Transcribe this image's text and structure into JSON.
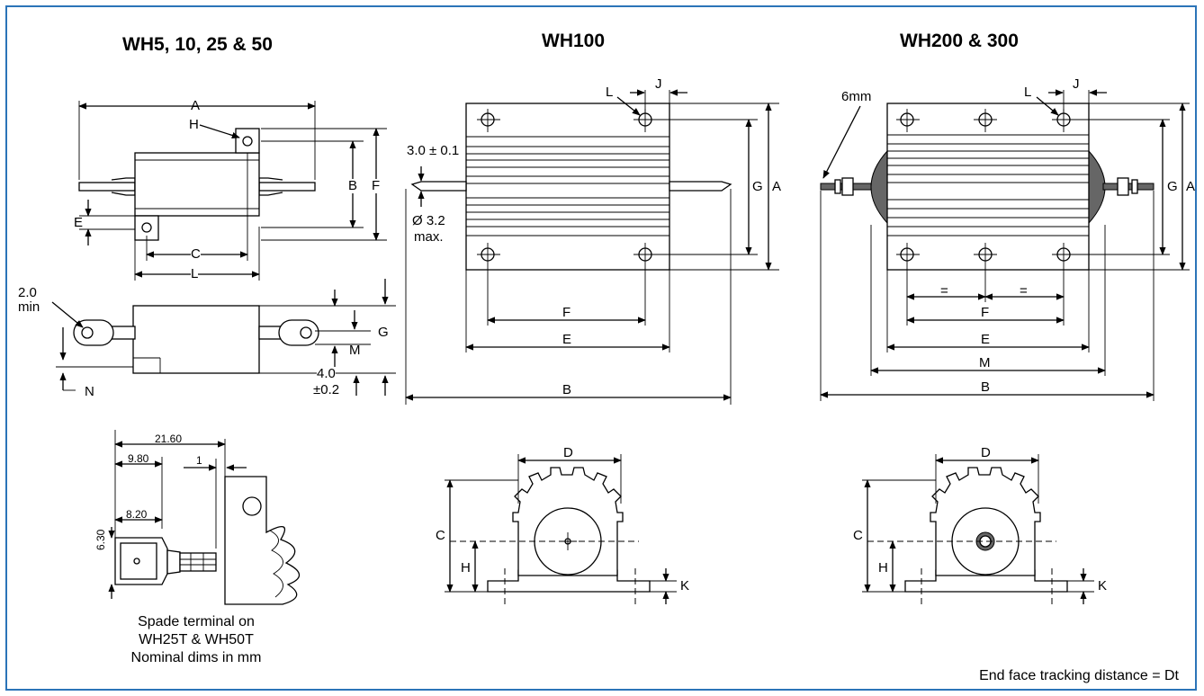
{
  "titles": {
    "left": "WH5, 10, 25 & 50",
    "middle": "WH100",
    "right": "WH200 & 300"
  },
  "left_top_labels": {
    "A": "A",
    "H": "H",
    "B": "B",
    "F": "F",
    "E": "E",
    "C": "C",
    "L": "L"
  },
  "left_side_labels": {
    "min_value": "2.0",
    "min_text": "min",
    "G": "G",
    "M": "M",
    "N": "N",
    "thk_value": "4.0",
    "thk_tol": "±0.2"
  },
  "spade": {
    "d1": "21.60",
    "d2": "9.80",
    "d3": "1",
    "d4": "8.20",
    "d5": "6.30"
  },
  "middle_labels": {
    "L": "L",
    "J": "J",
    "tol": "3.0 ± 0.1",
    "dia": "Ø 3.2",
    "max": "max.",
    "G": "G",
    "A": "A",
    "F": "F",
    "E": "E",
    "B": "B"
  },
  "right_labels": {
    "mm6": "6mm",
    "L": "L",
    "J": "J",
    "G": "G",
    "A": "A",
    "eq1": "=",
    "eq2": "=",
    "F": "F",
    "E": "E",
    "M": "M",
    "B": "B"
  },
  "end_labels": {
    "D": "D",
    "C": "C",
    "H": "H",
    "K": "K"
  },
  "captions": {
    "spade_line1": "Spade terminal on",
    "spade_line2": "WH25T & WH50T",
    "spade_line3": "Nominal dims in mm",
    "tracking": "End face tracking distance = Dt"
  }
}
